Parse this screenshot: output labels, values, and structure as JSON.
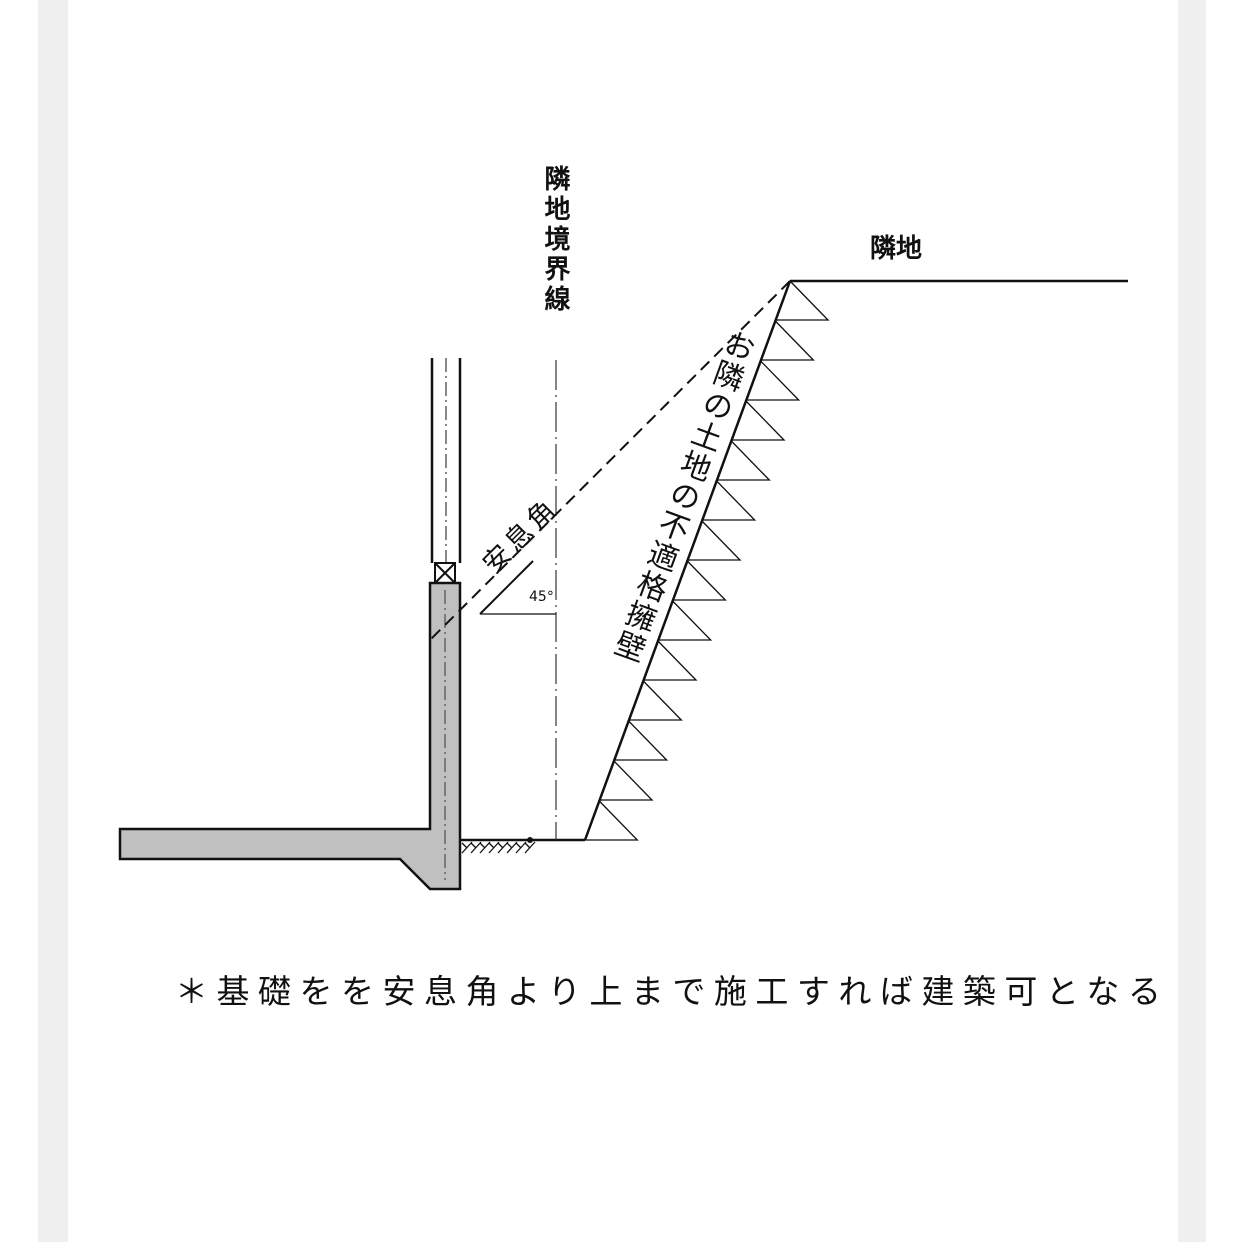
{
  "labels": {
    "boundary_line": "隣地境界線",
    "neighbor_land": "隣地",
    "angle_of_repose": "安息角",
    "angle": "45°",
    "retaining_wall": "お隣の土地の不適格擁壁",
    "caption": "＊基礎をを安息角より上まで施工すれば建築可となる"
  },
  "colors": {
    "foundation_fill": "#c0c0c0",
    "line": "#111111",
    "side_bars": "#efefef"
  }
}
